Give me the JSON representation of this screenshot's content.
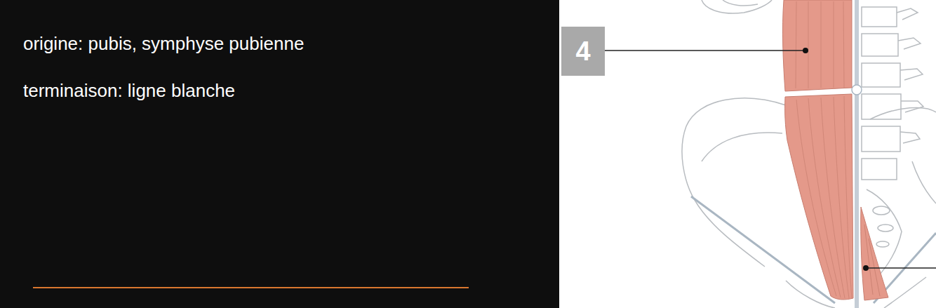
{
  "diagram": {
    "nodes": [
      {
        "text": [
          "4"
        ]
      }
    ],
    "labels": [
      "origine: pubis, symphyse pubienne",
      "terminaison: ligne blanche"
    ]
  }
}
